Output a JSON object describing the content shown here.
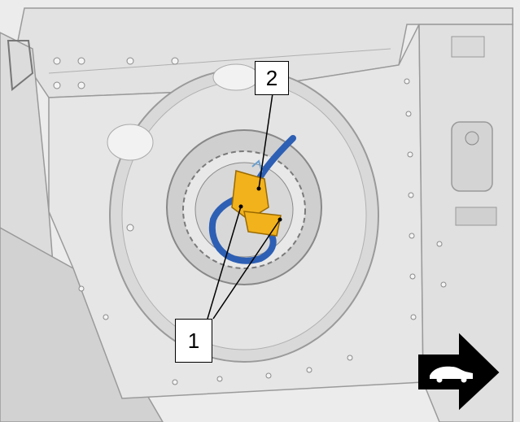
{
  "callouts": [
    {
      "id": "1",
      "label": "1"
    },
    {
      "id": "2",
      "label": "2"
    }
  ],
  "icons": {
    "direction": "arrow-right-car-icon"
  },
  "colors": {
    "panel": "#e6e6e6",
    "panel_dark": "#cfcfcf",
    "edge": "#9a9a9a",
    "hose": "#2d5fb4",
    "connector": "#f2b21c",
    "leader": "#000000"
  }
}
